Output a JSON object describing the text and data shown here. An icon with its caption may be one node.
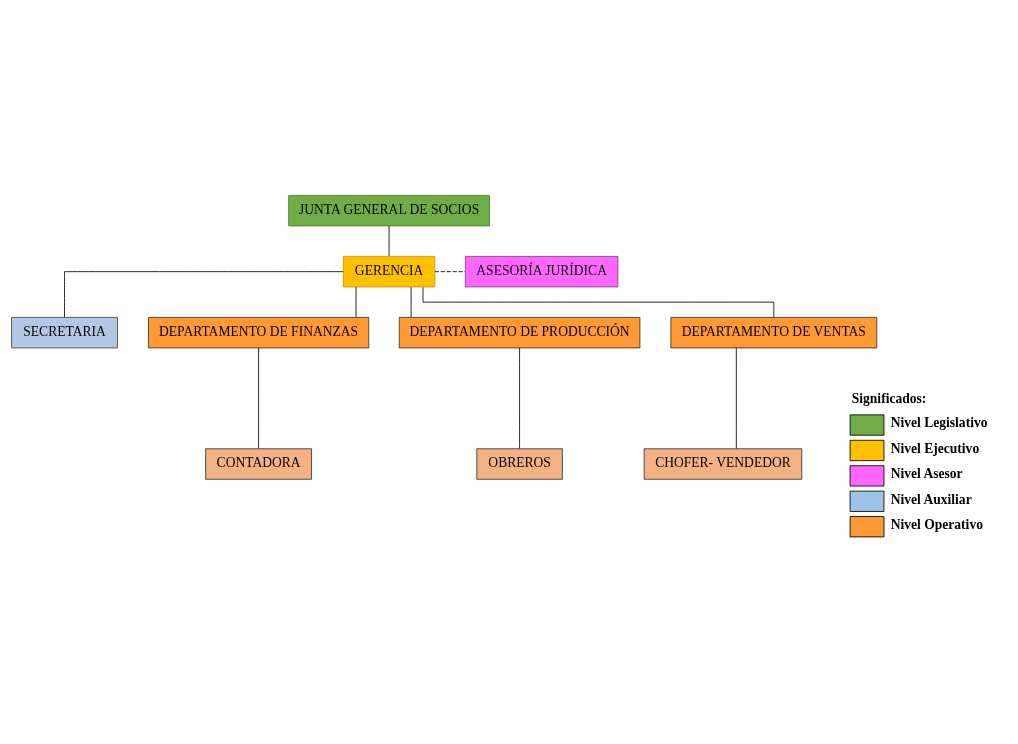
{
  "diagram": {
    "nodes": [
      {
        "text": [
          "JUNTA GENERAL DE SOCIOS"
        ]
      },
      {
        "text": [
          "GERENCIA"
        ]
      },
      {
        "text": [
          "ASESORÍA JURÍDICA"
        ]
      },
      {
        "text": [
          "SECRETARIA"
        ]
      },
      {
        "text": [
          "DEPARTAMENTO DE FINANZAS"
        ]
      },
      {
        "text": [
          "DEPARTAMENTO DE PRODUCCIÓN"
        ]
      },
      {
        "text": [
          "DEPARTAMENTO DE VENTAS"
        ]
      },
      {
        "text": [
          "CONTADORA"
        ]
      },
      {
        "text": [
          "OBREROS"
        ]
      },
      {
        "text": [
          "CHOFER- VENDEDOR"
        ]
      }
    ],
    "edges": [
      {
        "from": 0,
        "to": 1,
        "arrow": "none"
      },
      {
        "from": 1,
        "to": 2,
        "arrow": "none",
        "style": "dashed"
      },
      {
        "from": 1,
        "to": 3,
        "arrow": "none"
      },
      {
        "from": 1,
        "to": 4,
        "arrow": "none"
      },
      {
        "from": 1,
        "to": 5,
        "arrow": "none"
      },
      {
        "from": 1,
        "to": 6,
        "arrow": "none"
      },
      {
        "from": 4,
        "to": 7,
        "arrow": "none"
      },
      {
        "from": 5,
        "to": 8,
        "arrow": "none"
      },
      {
        "from": 6,
        "to": 9,
        "arrow": "none"
      }
    ],
    "labels": [
      "Significados:"
    ],
    "legend": [
      {
        "text": "Nivel Legislativo",
        "color": "#70ad47"
      },
      {
        "text": "Nivel Ejecutivo",
        "color": "#ffc000"
      },
      {
        "text": "Nivel Asesor",
        "color": "#ff66ff"
      },
      {
        "text": "Nivel Auxiliar",
        "color": "#9dc3e6"
      },
      {
        "text": "Nivel Operativo",
        "color": "#ff9933"
      }
    ]
  }
}
